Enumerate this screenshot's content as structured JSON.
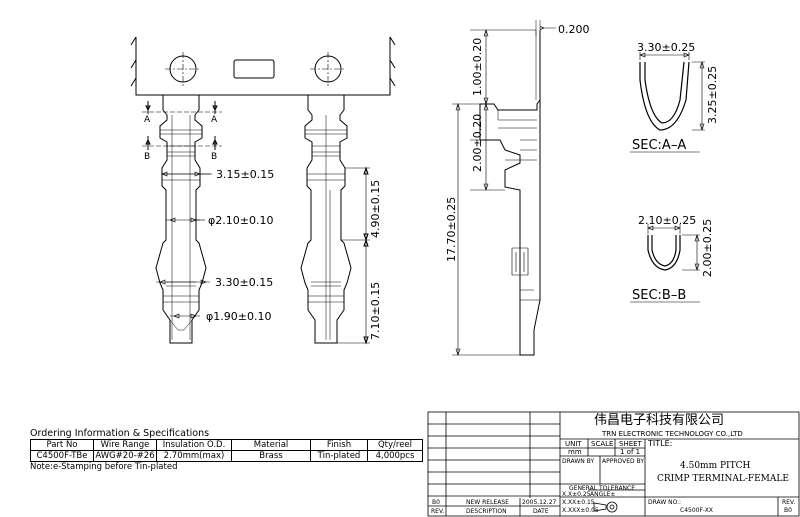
{
  "dimensions": {
    "thickness": "0.200",
    "d_3_15": "3.15±0.15",
    "d_phi_2_10": "φ2.10±0.10",
    "d_3_30": "3.30±0.15",
    "d_phi_1_90": "φ1.90±0.10",
    "d_4_90": "4.90±0.15",
    "d_7_10": "7.10±0.15",
    "d_1_00": "1.00±0.20",
    "d_2_00": "2.00±0.20",
    "d_17_70": "17.70±0.25",
    "sec_a_width": "3.30±0.25",
    "sec_a_height": "3.25±0.25",
    "sec_b_width": "2.10±0.25",
    "sec_b_height": "2.00±0.25"
  },
  "section_labels": {
    "a": "A",
    "b": "B",
    "sec_a": "SEC:A–A",
    "sec_b": "SEC:B–B"
  },
  "ordering": {
    "title": "Ordering Information & Specifications",
    "headers": [
      "Part No",
      "Wire Range",
      "Insulation O.D.",
      "Material",
      "Finish",
      "Qty/reel"
    ],
    "row": [
      "C4500F-TBe",
      "AWG#20-#26",
      "2.70mm(max)",
      "Brass",
      "Tin-plated",
      "4,000pcs"
    ],
    "note": "Note:e-Stamping before Tin-plated"
  },
  "title_block": {
    "company_cn": "伟昌电子科技有限公司",
    "company_en": "TRN ELECTRONIC TECHNOLOGY CO.,LTD",
    "unit_label": "UNIT",
    "scale_label": "SCALE",
    "sheet_label": "SHEET",
    "title_label": "TITLE:",
    "unit_value": "mm",
    "sheet_value": "1 of 1",
    "drawn_by": "DRAWN BY",
    "approved_by": "APPROVED BY",
    "title_line1": "4.50mm PITCH",
    "title_line2": "CRIMP TERMINAL-FEMALE",
    "general_tolerance": "GENERAL TOLERANCE",
    "tol1": "X.X±0.25",
    "tol2": "X.XX±0.15",
    "tol3": "X.XXX±0.05",
    "angle": "ANGLE±",
    "draw_no_label": "DRAW NO.:",
    "draw_no": "C4500F-XX",
    "rev_label": "REV.",
    "rev_value": "B0",
    "rev_row": "B0",
    "new_release": "NEW RELEASE",
    "release_date": "2005.12.27",
    "col_rev": "REV.",
    "col_desc": "DESCRIPTION",
    "col_date": "DATE"
  }
}
